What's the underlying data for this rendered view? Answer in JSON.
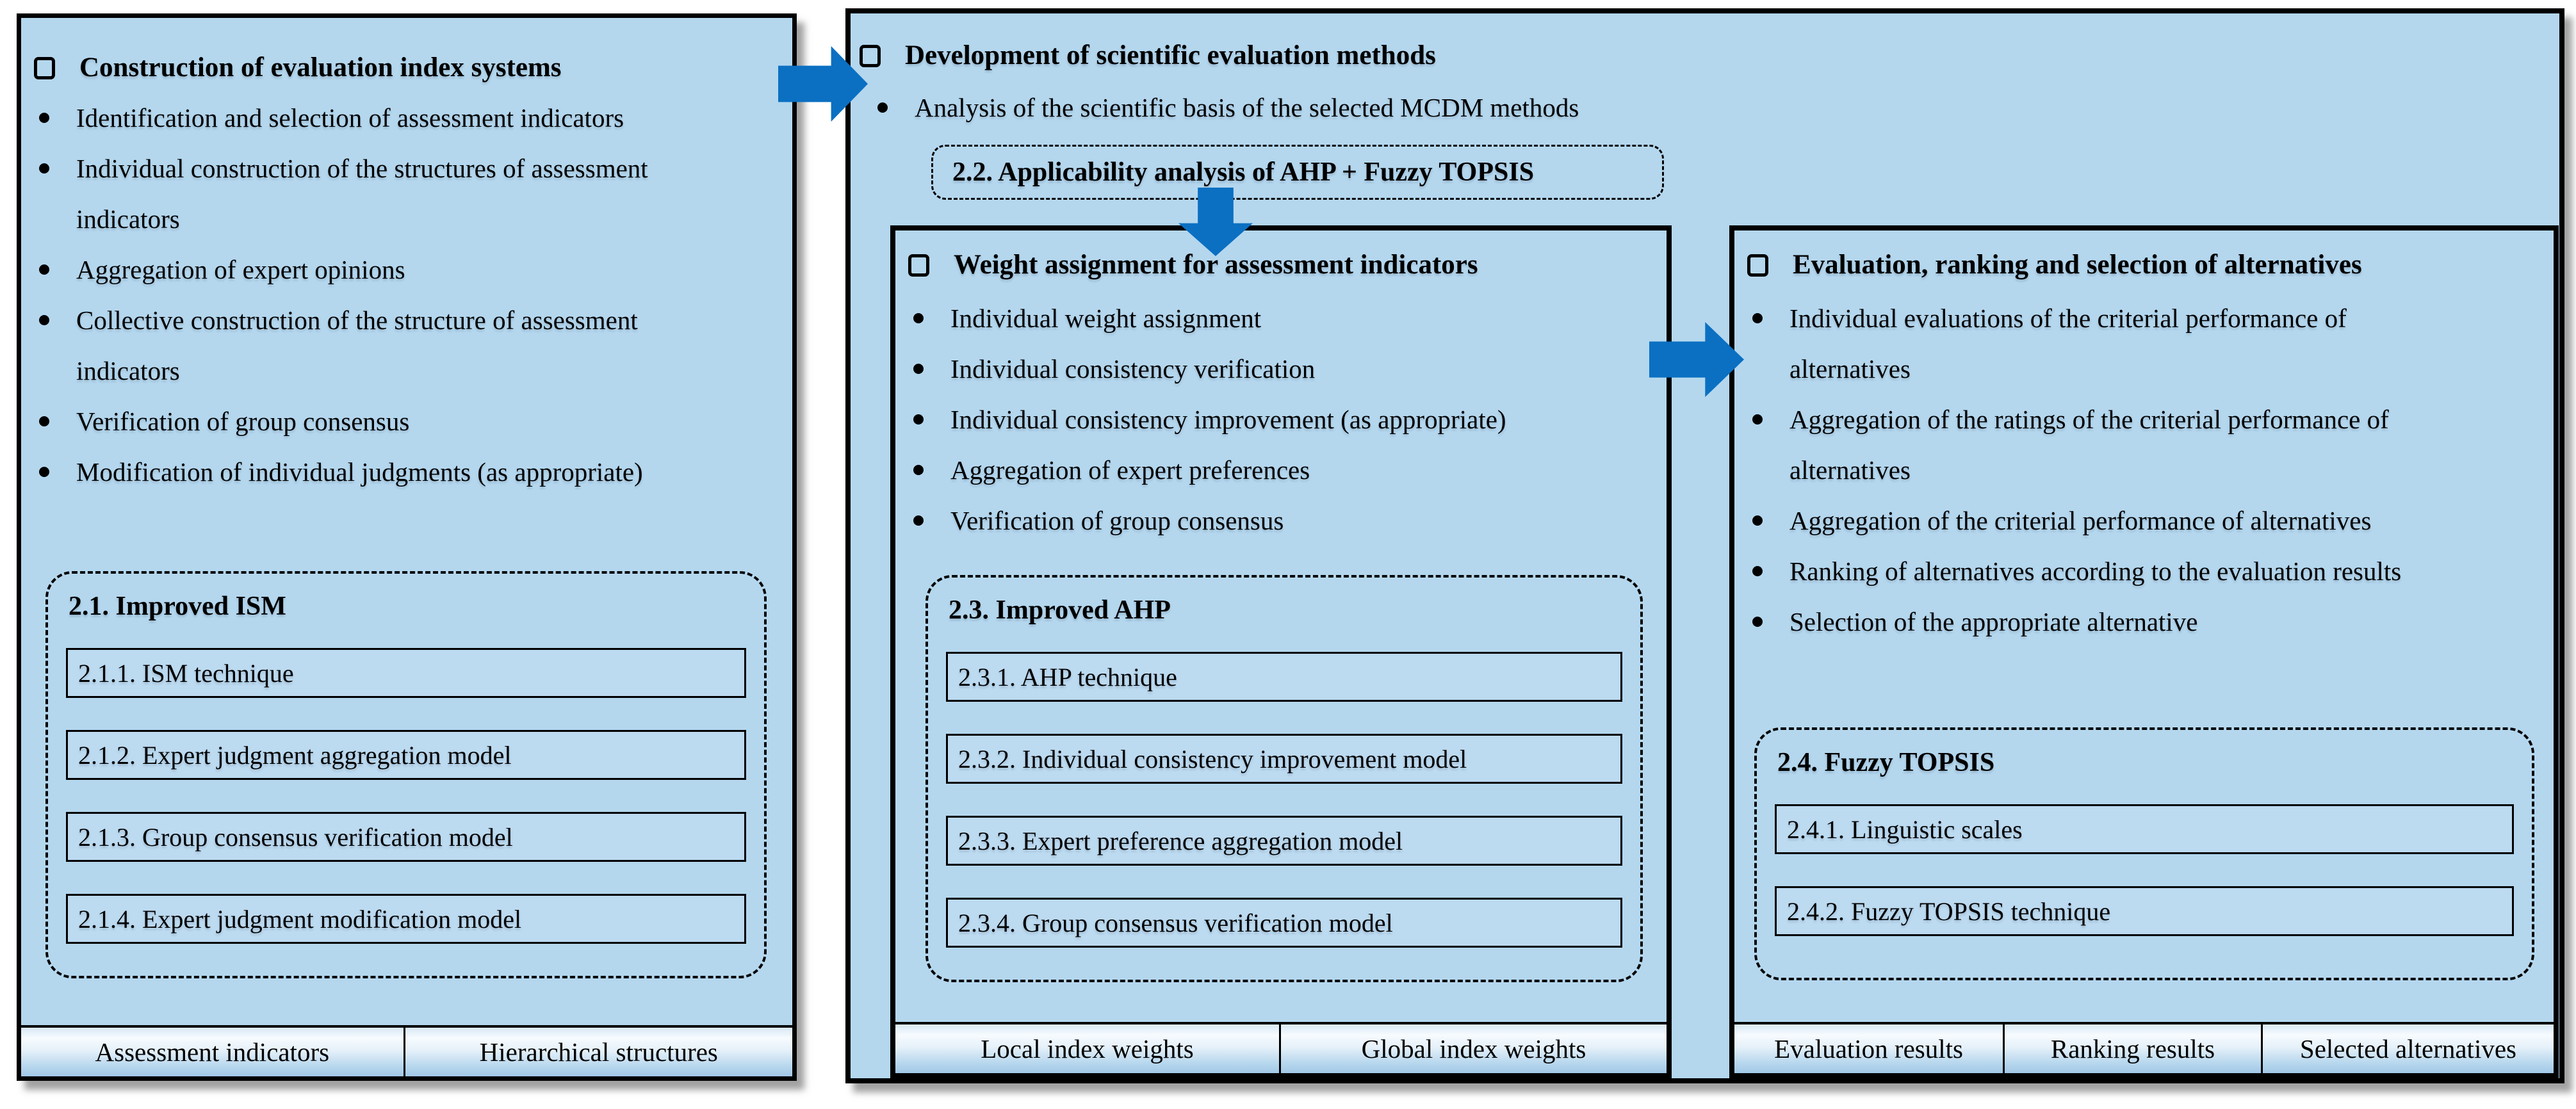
{
  "colors": {
    "panel_fill": "#b4d7ee",
    "item_box_fill": "#bcdaf0",
    "arrow_blue": "#0b70c2",
    "border": "#000000",
    "background": "#ffffff"
  },
  "icons": {
    "section_marker": "hollow-square-bullet",
    "list_marker": "filled-circle-bullet",
    "flow_arrow": "solid-blue-block-arrow"
  },
  "panels": {
    "left": {
      "header": "Construction of evaluation index systems",
      "bullets": [
        "Identification and selection of assessment indicators",
        "Individual construction of the  structures of assessment indicators",
        "Aggregation of expert opinions",
        "Collective construction of the structure of assessment indicators",
        "Verification of group consensus",
        "Modification of individual judgments (as appropriate)"
      ],
      "box": {
        "title": "2.1. Improved ISM",
        "items": [
          "2.1.1. ISM technique",
          "2.1.2. Expert judgment aggregation model",
          "2.1.3. Group consensus verification model",
          "2.1.4. Expert judgment modification model"
        ]
      },
      "footer": [
        "Assessment indicators",
        "Hierarchical structures"
      ]
    },
    "methods": {
      "header": "Development of scientific evaluation methods",
      "bullet": "Analysis of the scientific basis of the selected MCDM methods",
      "applicability_box": "2.2. Applicability analysis of AHP + Fuzzy TOPSIS"
    },
    "weights": {
      "header": "Weight assignment for assessment indicators",
      "bullets": [
        "Individual weight assignment",
        "Individual consistency verification",
        "Individual consistency improvement (as appropriate)",
        "Aggregation of expert preferences",
        "Verification of group consensus"
      ],
      "box": {
        "title": "2.3. Improved AHP",
        "items": [
          "2.3.1. AHP technique",
          "2.3.2. Individual consistency improvement model",
          "2.3.3. Expert preference aggregation model",
          "2.3.4. Group consensus verification model"
        ]
      },
      "footer": [
        "Local index weights",
        "Global index weights"
      ]
    },
    "evaluation": {
      "header": "Evaluation, ranking and selection of alternatives",
      "bullets": [
        "Individual evaluations of the criterial performance of alternatives",
        "Aggregation of the ratings of the criterial performance of alternatives",
        "Aggregation of the criterial performance of alternatives",
        "Ranking of alternatives according to the evaluation results",
        "Selection of the appropriate alternative"
      ],
      "box": {
        "title": "2.4. Fuzzy TOPSIS",
        "items": [
          "2.4.1. Linguistic scales",
          "2.4.2. Fuzzy TOPSIS technique"
        ]
      },
      "footer": [
        "Evaluation results",
        "Ranking results",
        "Selected alternatives"
      ]
    }
  }
}
